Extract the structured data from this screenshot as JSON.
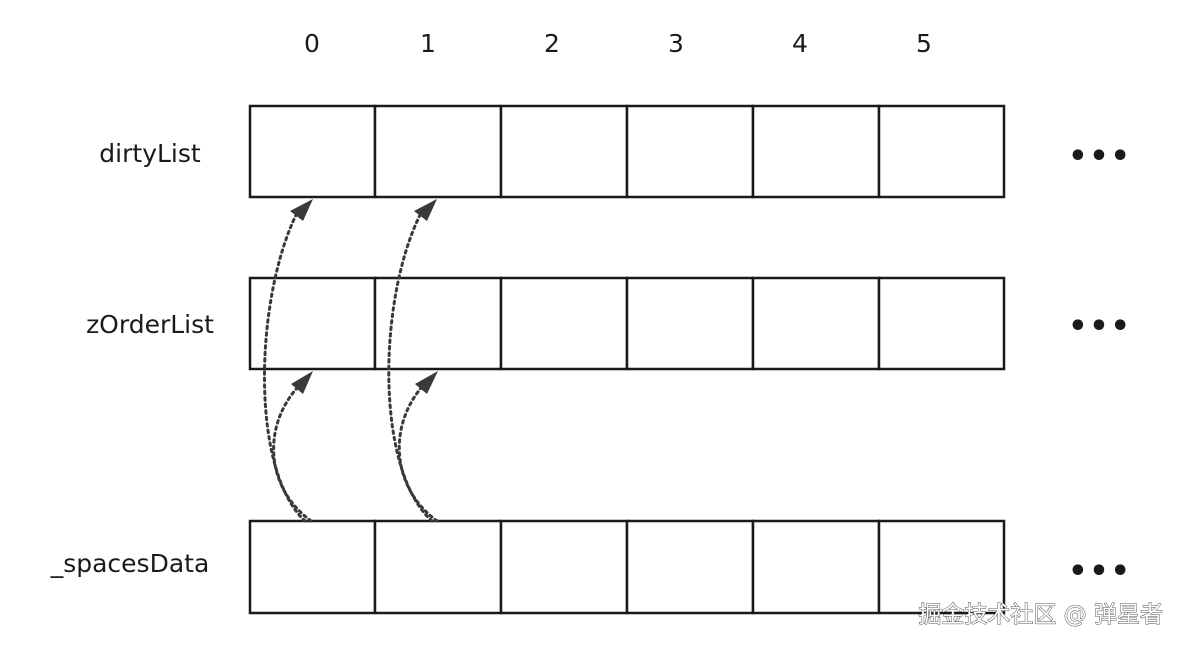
{
  "indices": [
    "0",
    "1",
    "2",
    "3",
    "4",
    "5"
  ],
  "rows": [
    {
      "label": "dirtyList",
      "ellipsis": "•••"
    },
    {
      "label": "zOrderList",
      "ellipsis": "•••"
    },
    {
      "label": "_spacesData",
      "ellipsis": "•••"
    }
  ],
  "links": [
    {
      "from_row": 2,
      "from_index": 0,
      "to_row": 1,
      "to_index": 0
    },
    {
      "from_row": 2,
      "from_index": 0,
      "to_row": 0,
      "to_index": 0
    },
    {
      "from_row": 2,
      "from_index": 1,
      "to_row": 1,
      "to_index": 1
    },
    {
      "from_row": 2,
      "from_index": 1,
      "to_row": 0,
      "to_index": 1
    }
  ],
  "watermark": "掘金技术社区 @ 弹星者",
  "colors": {
    "stroke": "#1a1a1a",
    "arrow": "#3a3a3a"
  }
}
